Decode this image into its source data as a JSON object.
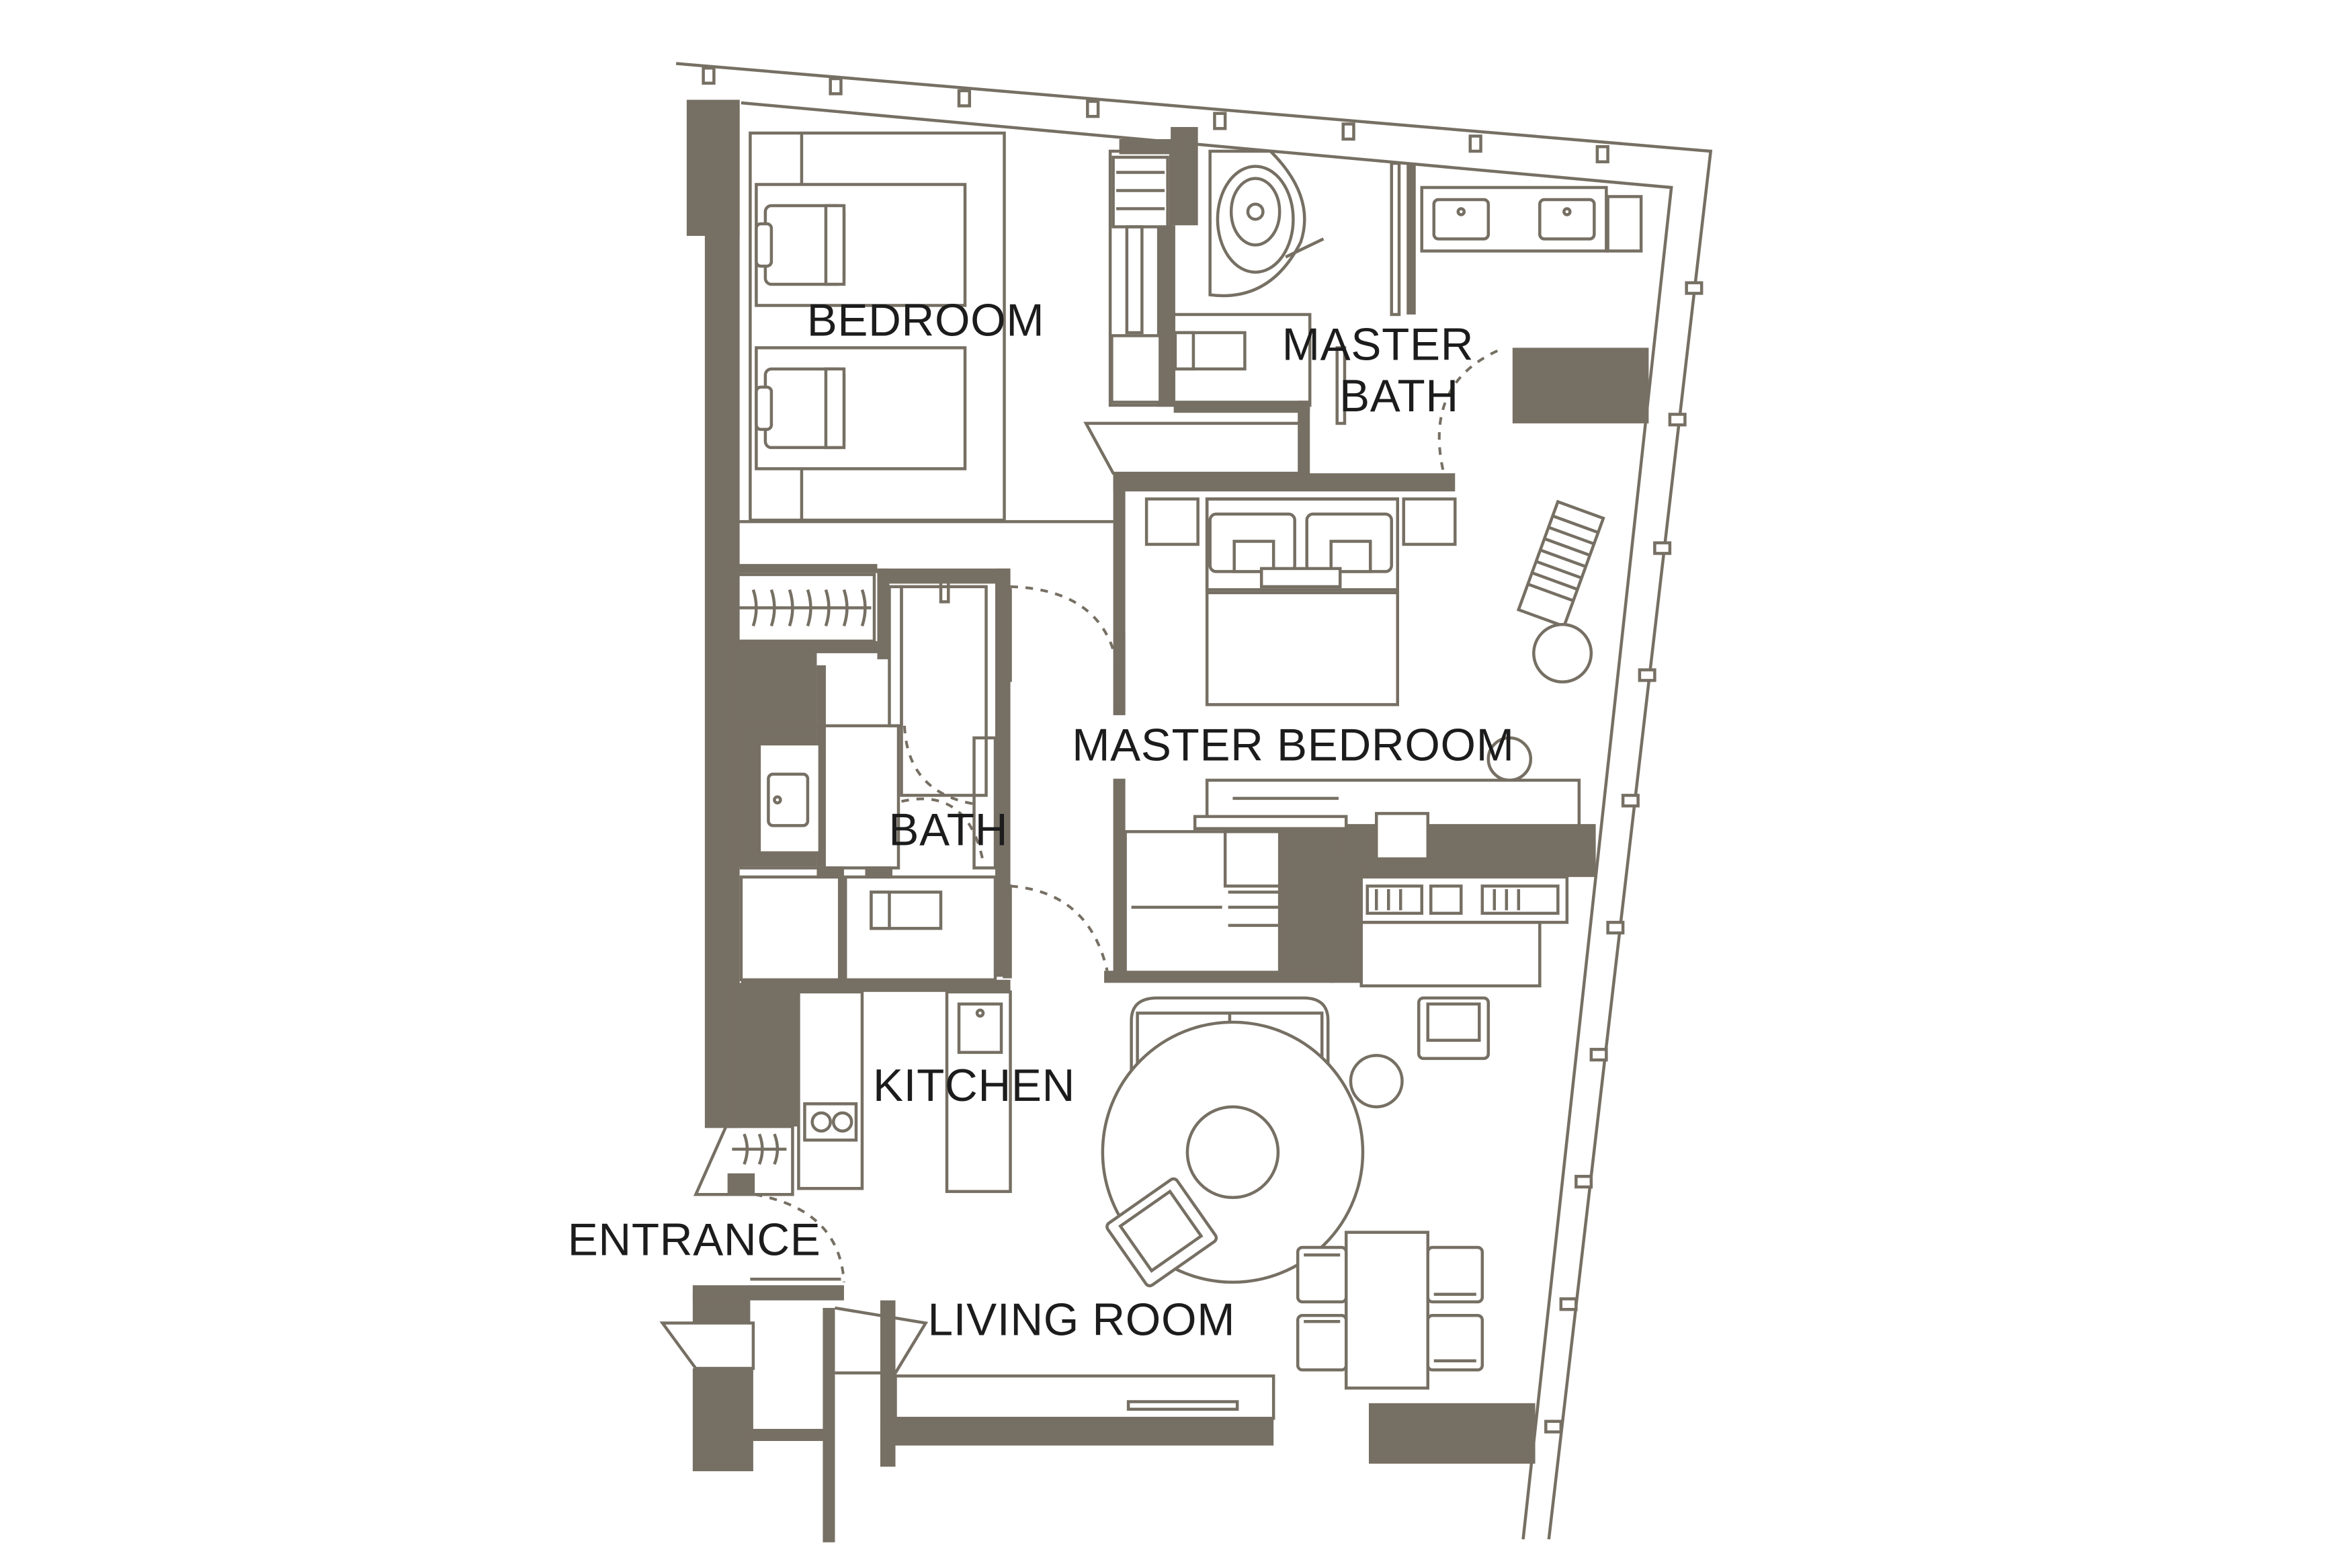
{
  "rooms": {
    "bedroom": "BEDROOM",
    "master_bath_line1": "MASTER",
    "master_bath_line2": "BATH",
    "master_bedroom": "MASTER BEDROOM",
    "bath": "BATH",
    "kitchen": "KITCHEN",
    "entrance": "ENTRANCE",
    "living_room": "LIVING ROOM"
  },
  "colors": {
    "wall": "#766f63",
    "line": "#766f63",
    "label": "#1c1c1c",
    "background": "#ffffff"
  }
}
